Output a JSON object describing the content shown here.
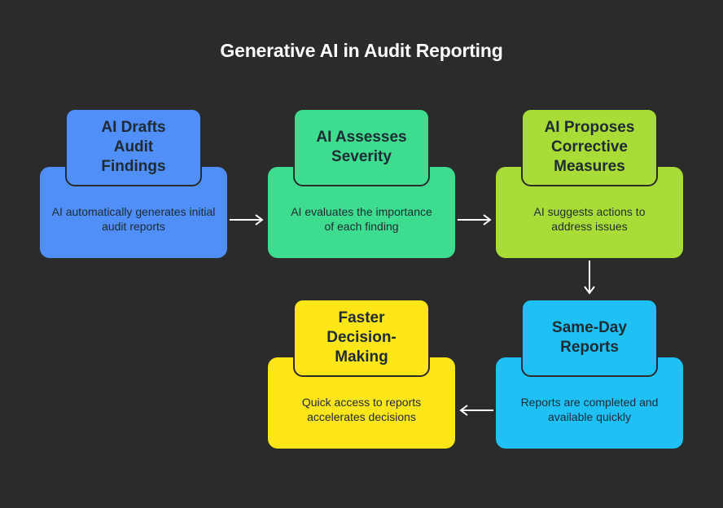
{
  "title": "Generative AI in Audit Reporting",
  "steps": [
    {
      "title": "AI Drafts Audit Findings",
      "description": "AI automatically generates initial audit reports",
      "color": "#4f8ff7"
    },
    {
      "title": "AI Assesses Severity",
      "description": "AI evaluates the importance of each finding",
      "color": "#3ddc8f"
    },
    {
      "title": "AI Proposes Corrective Measures",
      "description": "AI suggests actions to address issues",
      "color": "#a8dc37"
    },
    {
      "title": "Same-Day Reports",
      "description": "Reports are completed and available quickly",
      "color": "#1fc1f5"
    },
    {
      "title": "Faster Decision-Making",
      "description": "Quick access to reports accelerates decisions",
      "color": "#fde518"
    }
  ],
  "background_color": "#2b2b2b"
}
